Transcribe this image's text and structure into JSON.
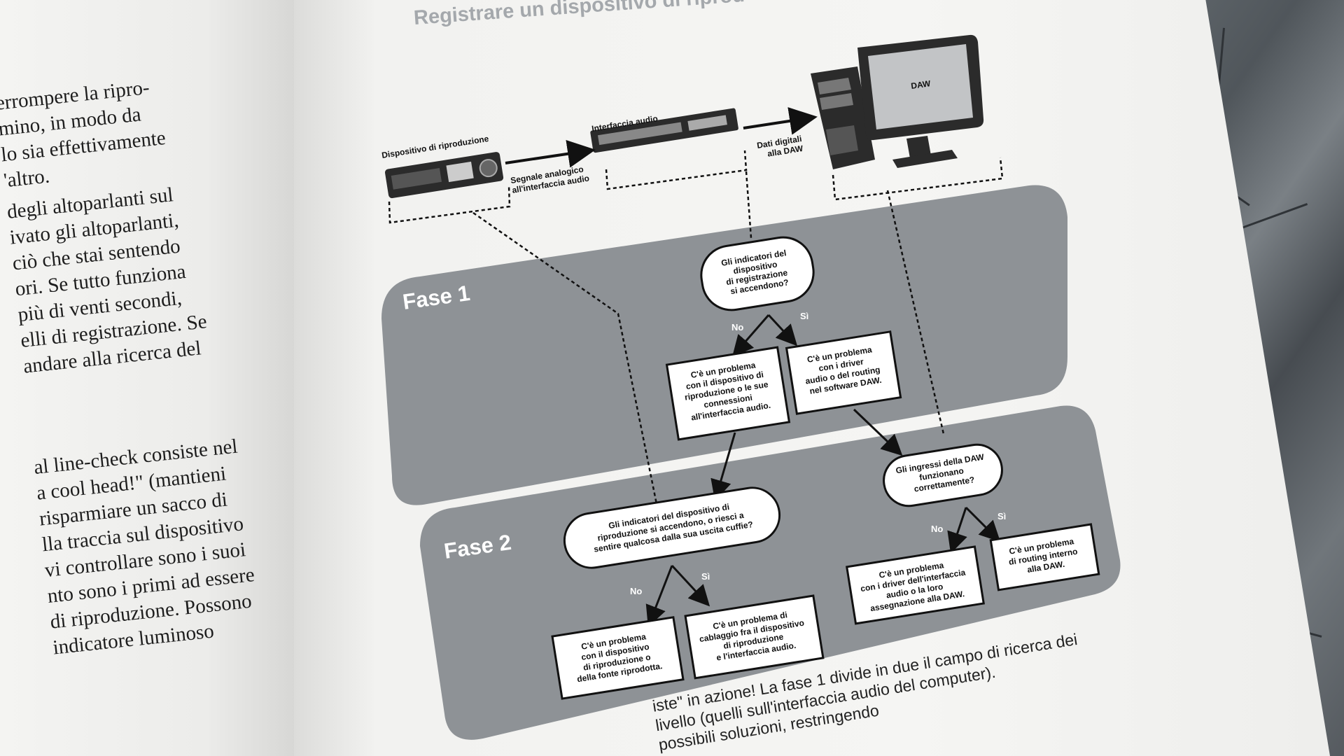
{
  "page": {
    "title": "Registrare un dispositivo di riprod",
    "left_paragraph_1": [
      "errompere la ripro-",
      "mino, in modo da",
      "lo sia effettivamente",
      "'altro."
    ],
    "left_paragraph_2": [
      "degli altoparlanti sul",
      "ivato gli altoparlanti,",
      "ciò che stai sentendo",
      "ori. Se tutto funziona",
      "più di venti secondi,",
      "elli di registrazione. Se",
      "andare alla ricerca del"
    ],
    "left_paragraph_3": [
      "al line-check consiste nel",
      "a cool head!\" (mantieni",
      "risparmiare un sacco di",
      "lla traccia sul dispositivo",
      "vi controllare sono i suoi",
      "nto sono i primi ad essere",
      "di riproduzione. Possono",
      "indicatore luminoso"
    ],
    "caption_lines": [
      "iste\" in azione! La fase 1 divide in due il campo di ricerca dei",
      "livello (quelli sull'interfaccia audio del computer).",
      "possibili soluzioni, restringendo"
    ]
  },
  "diagram": {
    "devices": {
      "playback_device": "Dispositivo di riproduzione",
      "audio_interface": "Interfaccia audio",
      "daw_screen": "DAW"
    },
    "signal_labels": {
      "analog": [
        "Segnale analogico",
        "all'interfaccia audio"
      ],
      "digital": [
        "Dati digitali",
        "alla DAW"
      ]
    },
    "phases": {
      "phase1": "Fase 1",
      "phase2": "Fase 2"
    },
    "nodes": {
      "q1": [
        "Gli indicatori del",
        "dispositivo",
        "di registrazione",
        "si accendono?"
      ],
      "q1_no": "No",
      "q1_yes": "Sì",
      "box_a": [
        "C'è un problema",
        "con il dispositivo di",
        "riproduzione o le sue",
        "connessioni",
        "all'interfaccia audio."
      ],
      "box_b": [
        "C'è un problema",
        "con i driver",
        "audio o del routing",
        "nel software DAW."
      ],
      "q2": [
        "Gli indicatori del dispositivo di",
        "riproduzione si accendono, o riesci a",
        "sentire qualcosa dalla sua uscita cuffie?"
      ],
      "q2_no": "No",
      "q2_yes": "Sì",
      "box_c": [
        "C'è un problema",
        "con il dispositivo",
        "di riproduzione o",
        "della fonte riprodotta."
      ],
      "box_d": [
        "C'è un problema di",
        "cablaggio fra il dispositivo",
        "di riproduzione",
        "e l'interfaccia audio."
      ],
      "q3": [
        "Gli ingressi della DAW",
        "funzionano",
        "correttamente?"
      ],
      "q3_no": "No",
      "q3_yes": "Sì",
      "box_e": [
        "C'è un problema",
        "con i driver dell'interfaccia",
        "audio o la loro",
        "assegnazione alla DAW."
      ],
      "box_f": [
        "C'è un problema",
        "di routing interno",
        "alla DAW."
      ]
    }
  }
}
